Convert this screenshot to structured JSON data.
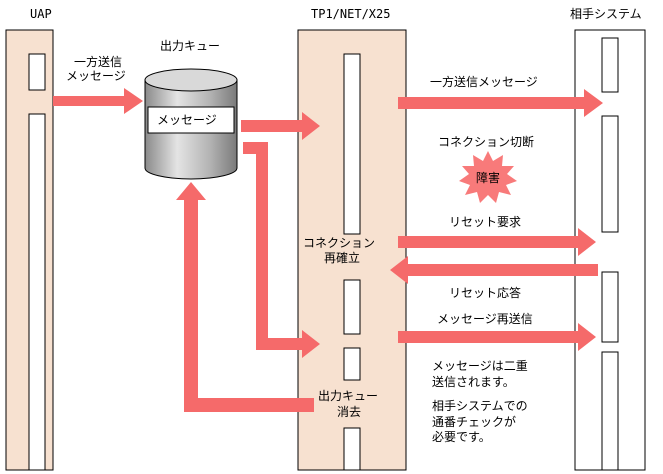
{
  "columns": {
    "uap": "UAP",
    "tp1": "TP1/NET/X25",
    "partner": "相手システム"
  },
  "queue": {
    "title": "出力キュー",
    "message": "メッセージ"
  },
  "labels": {
    "oneway_send_line1": "一方送信",
    "oneway_send_line2": "メッセージ",
    "oneway_message": "一方送信メッセージ",
    "conn_cut": "コネクション切断",
    "failure": "障害",
    "reset_request": "リセット要求",
    "reconnect_line1": "コネクション",
    "reconnect_line2": "再確立",
    "reset_response": "リセット応答",
    "resend": "メッセージ再送信",
    "queue_delete_line1": "出力キュー",
    "queue_delete_line2": "消去",
    "note": [
      "メッセージは二重",
      "送信されます。",
      "相手システムでの",
      "通番チェックが",
      "必要です。"
    ]
  },
  "colors": {
    "column_fill": "#f7e1d0",
    "arrow": "#f56a6a",
    "burst": "#f87a7a",
    "cylinder_top": "#d8d8d8",
    "cylinder_body": "#b8b8b8"
  }
}
